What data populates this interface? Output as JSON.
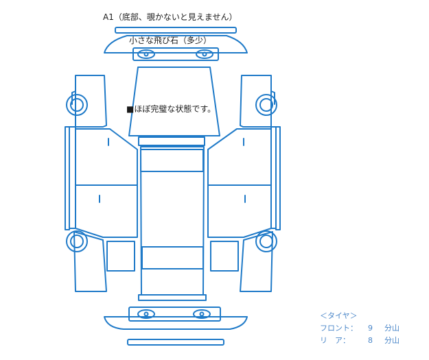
{
  "annotations": {
    "underbody": "A1（底部、覗かないと見えません）",
    "chips": "小さな飛び石（多少）",
    "condition": "■ほぼ完璧な状態です。"
  },
  "tire": {
    "title": "＜タイヤ＞",
    "front_label": "フロント：",
    "front_value": "9",
    "rear_label": "リ　ア：",
    "rear_value": "8",
    "unit": "分山"
  },
  "colors": {
    "outline": "#1f7ac8",
    "text": "#1a1a1a",
    "tire_text": "#4a86c8"
  }
}
